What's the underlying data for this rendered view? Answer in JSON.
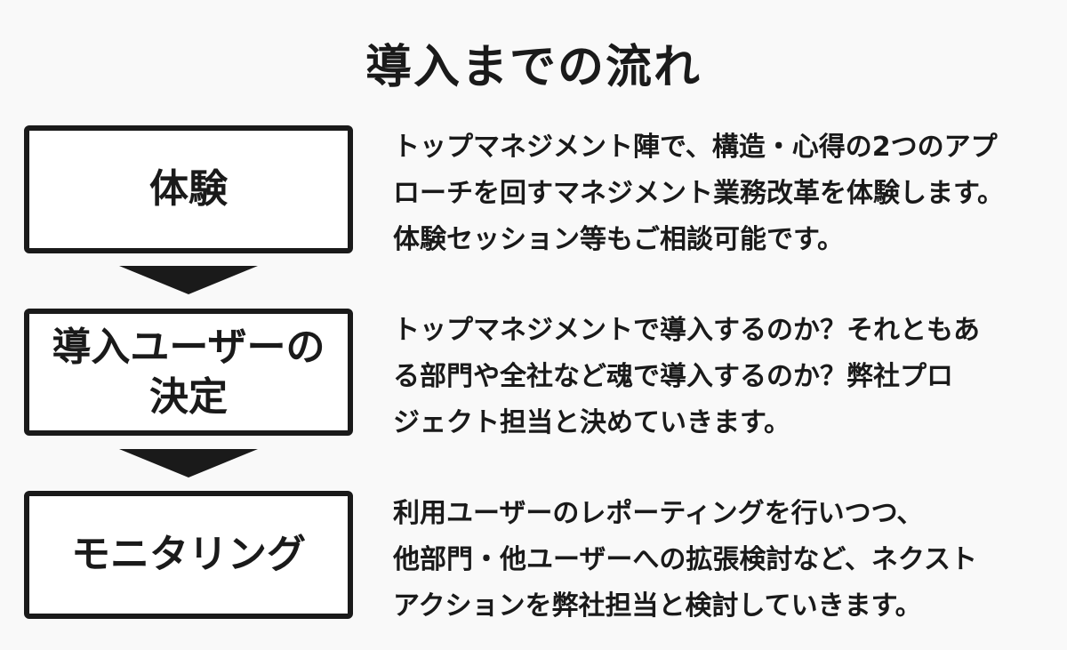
{
  "title": "導入までの流れ",
  "steps": [
    {
      "label": "体験",
      "description": "トップマネジメント陣で、構造・心得の2つのアプ\nローチを回すマネジメント業務改革を体験します。\n体験セッション等もご相談可能です。"
    },
    {
      "label": "導入ユーザーの\n決定",
      "description": "トップマネジメントで導入するのか？それともあ\nる部門や全社など魂で導入するのか？弊社プロ\nジェクト担当と決めていきます。"
    },
    {
      "label": "モニタリング",
      "description": "利用ユーザーのレポーティングを行いつつ、\n他部門・他ユーザーへの拡張検討など、ネクスト\nアクションを弊社担当と検討していきます。"
    }
  ],
  "colors": {
    "background": "#f9f9f9",
    "box_fill": "#ffffff",
    "ink": "#1a1a1a"
  }
}
